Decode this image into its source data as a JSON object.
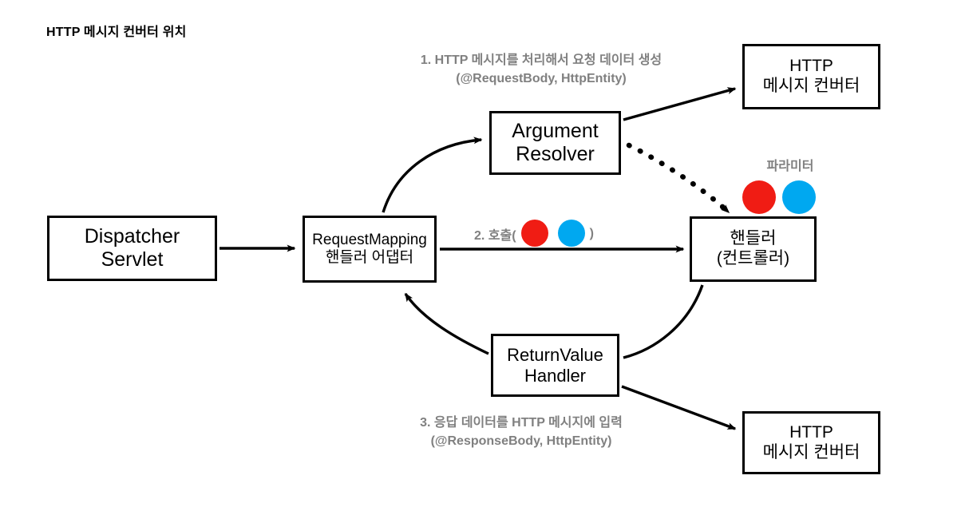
{
  "page": {
    "title": "HTTP 메시지 컨버터 위치",
    "background": "#ffffff"
  },
  "colors": {
    "stroke": "#000000",
    "annotation_text": "#808080",
    "dot_red": "#f01c14",
    "dot_blue": "#00a8f0"
  },
  "nodes": {
    "dispatcher_servlet": {
      "line1": "Dispatcher",
      "line2": "Servlet"
    },
    "request_mapping_adapter": {
      "line1": "RequestMapping",
      "line2": "핸들러 어댑터"
    },
    "argument_resolver": {
      "line1": "Argument",
      "line2": "Resolver"
    },
    "handler": {
      "line1": "핸들러",
      "line2": "(컨트롤러)"
    },
    "returnvalue_handler": {
      "line1": "ReturnValue",
      "line2": "Handler"
    },
    "http_message_converter_top": {
      "line1": "HTTP",
      "line2": "메시지 컨버터"
    },
    "http_message_converter_bottom": {
      "line1": "HTTP",
      "line2": "메시지 컨버터"
    }
  },
  "annotations": {
    "request_step": {
      "line1": "1. HTTP 메시지를 처리해서 요청 데이터 생성",
      "line2": "(@RequestBody, HttpEntity)"
    },
    "response_step": {
      "line1": "3. 응답 데이터를 HTTP 메시지에 입력",
      "line2": "(@ResponseBody, HttpEntity)"
    },
    "parameter_label": "파라미터",
    "invoke_step": {
      "prefix": "2. 호출(",
      "suffix": ")"
    }
  },
  "edges": [
    {
      "name": "dispatcher-to-adapter",
      "style": "solid",
      "from": "dispatcher_servlet",
      "to": "request_mapping_adapter"
    },
    {
      "name": "adapter-to-argument-resolver",
      "style": "solid-curved",
      "from": "request_mapping_adapter",
      "to": "argument_resolver"
    },
    {
      "name": "argument-resolver-to-http-converter",
      "style": "solid",
      "from": "argument_resolver",
      "to": "http_message_converter_top"
    },
    {
      "name": "argument-resolver-to-handler",
      "style": "dotted",
      "from": "argument_resolver",
      "to": "handler"
    },
    {
      "name": "adapter-to-handler",
      "style": "solid",
      "from": "request_mapping_adapter",
      "to": "handler"
    },
    {
      "name": "handler-to-returnvalue-handler",
      "style": "solid-curved",
      "from": "handler",
      "to": "returnvalue_handler"
    },
    {
      "name": "returnvalue-handler-to-adapter",
      "style": "solid-curved",
      "from": "returnvalue_handler",
      "to": "request_mapping_adapter"
    },
    {
      "name": "returnvalue-handler-to-http-converter",
      "style": "solid",
      "from": "returnvalue_handler",
      "to": "http_message_converter_bottom"
    }
  ]
}
